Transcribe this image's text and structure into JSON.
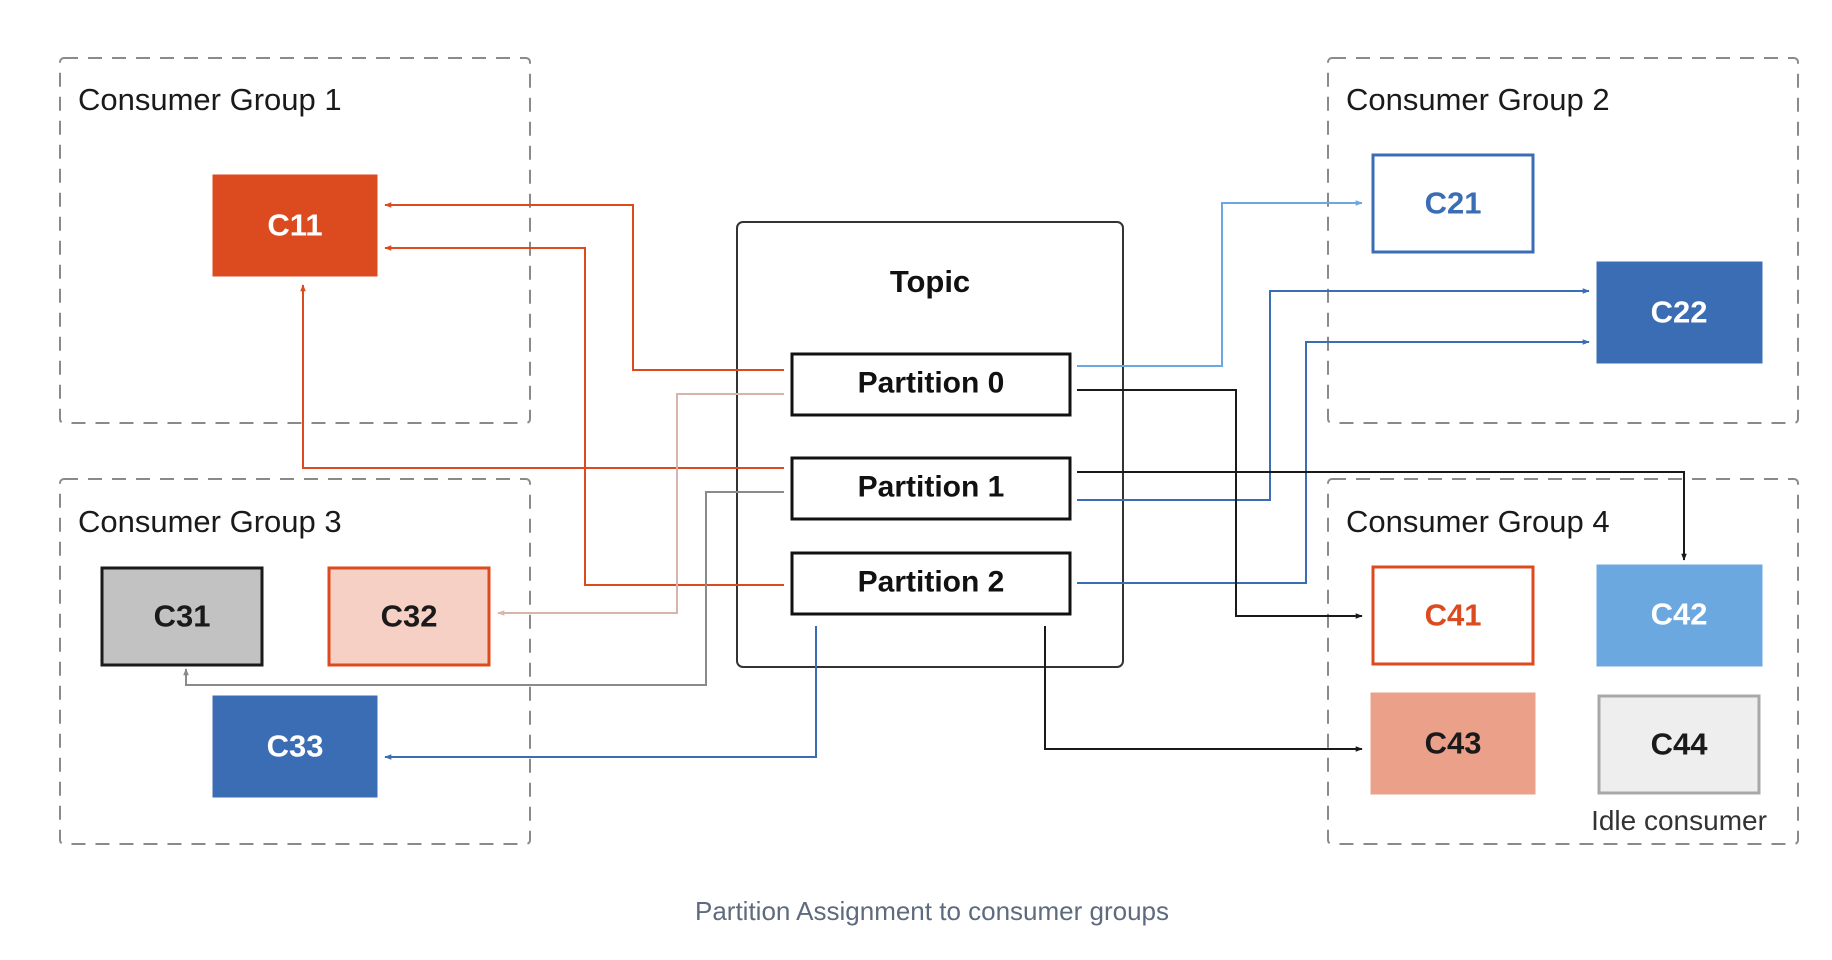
{
  "topic": {
    "title": "Topic"
  },
  "partitions": [
    {
      "id": "p0",
      "label": "Partition 0"
    },
    {
      "id": "p1",
      "label": "Partition 1"
    },
    {
      "id": "p2",
      "label": "Partition 2"
    }
  ],
  "groups": [
    {
      "id": "g1",
      "title": "Consumer Group 1"
    },
    {
      "id": "g2",
      "title": "Consumer Group 2"
    },
    {
      "id": "g3",
      "title": "Consumer Group 3"
    },
    {
      "id": "g4",
      "title": "Consumer Group 4"
    }
  ],
  "consumers": [
    {
      "id": "c11",
      "label": "C11",
      "group": "g1",
      "fill": "#dc4a1f",
      "stroke": "#dc4a1f",
      "text": "#ffffff"
    },
    {
      "id": "c21",
      "label": "C21",
      "group": "g2",
      "fill": "#ffffff",
      "stroke": "#3b6db4",
      "text": "#3b6db4"
    },
    {
      "id": "c22",
      "label": "C22",
      "group": "g2",
      "fill": "#3b6db4",
      "stroke": "#3b6db4",
      "text": "#ffffff"
    },
    {
      "id": "c31",
      "label": "C31",
      "group": "g3",
      "fill": "#c2c2c2",
      "stroke": "#1a1a1a",
      "text": "#1a1a1a"
    },
    {
      "id": "c32",
      "label": "C32",
      "group": "g3",
      "fill": "#f6d0c4",
      "stroke": "#dc4a1f",
      "text": "#1a1a1a"
    },
    {
      "id": "c33",
      "label": "C33",
      "group": "g3",
      "fill": "#3b6db4",
      "stroke": "#3b6db4",
      "text": "#ffffff"
    },
    {
      "id": "c41",
      "label": "C41",
      "group": "g4",
      "fill": "#ffffff",
      "stroke": "#dc4a1f",
      "text": "#dc4a1f"
    },
    {
      "id": "c42",
      "label": "C42",
      "group": "g4",
      "fill": "#6ba8e0",
      "stroke": "#6ba8e0",
      "text": "#ffffff"
    },
    {
      "id": "c43",
      "label": "C43",
      "group": "g4",
      "fill": "#eba08a",
      "stroke": "#eba08a",
      "text": "#1a1a1a"
    },
    {
      "id": "c44",
      "label": "C44",
      "group": "g4",
      "fill": "#eeeeee",
      "stroke": "#a8a8a8",
      "text": "#1a1a1a"
    }
  ],
  "assignments": [
    {
      "from": "p0",
      "to": "c11",
      "color": "#dc4a1f"
    },
    {
      "from": "p2",
      "to": "c11",
      "color": "#dc4a1f"
    },
    {
      "from": "p1",
      "to": "c11",
      "color": "#dc4a1f"
    },
    {
      "from": "p0",
      "to": "c21",
      "color": "#6ba8e0"
    },
    {
      "from": "p1",
      "to": "c22",
      "color": "#3b6db4"
    },
    {
      "from": "p2",
      "to": "c22",
      "color": "#3b6db4"
    },
    {
      "from": "p0",
      "to": "c32",
      "color": "#d9b4ac"
    },
    {
      "from": "p1",
      "to": "c31",
      "color": "#8a8a8a"
    },
    {
      "from": "p2",
      "to": "c33",
      "color": "#3b6db4"
    },
    {
      "from": "p0",
      "to": "c41",
      "color": "#1a1a1a"
    },
    {
      "from": "p1",
      "to": "c42",
      "color": "#1a1a1a"
    },
    {
      "from": "p2",
      "to": "c43",
      "color": "#1a1a1a"
    }
  ],
  "idle_note": "Idle consumer",
  "caption": "Partition Assignment to consumer groups",
  "colors": {
    "group_border": "#8a8a8a",
    "topic_border": "#333333",
    "partition_border": "#111111"
  }
}
